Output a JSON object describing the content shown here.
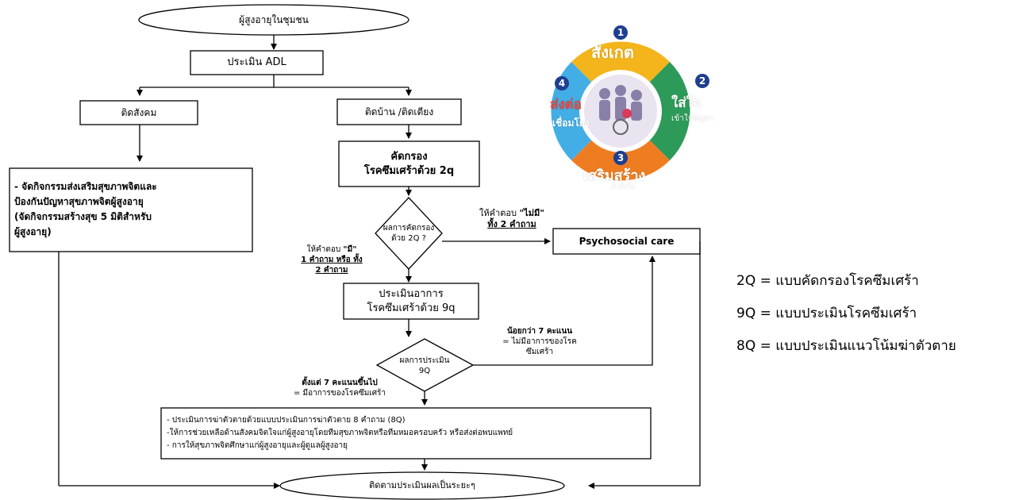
{
  "diagram": {
    "start": "ผู้สูงอายุในชุมชน",
    "assess_adl": "ประเมิน ADL",
    "social_bound": "ติดสังคม",
    "home_bed_bound": "ติดบ้าน /ติดเตียง",
    "social_activities": [
      "- จัดกิจกรรมส่งเสริมสุขภาพจิตและ",
      "ป้องกันปัญหาสุขภาพจิตผู้สูงอายุ",
      "(จัดกิจกรรมสร้างสุข 5 มิติสำหรับ",
      "ผู้สูงอายุ)"
    ],
    "screen_2q": [
      "คัดกรอง",
      "โรคซึมเศร้าด้วย 2q"
    ],
    "decision_2q": [
      "ผลการคัดกรอง",
      "ด้วย 2Q ?"
    ],
    "answer_no_1": "ให้คำตอบ ",
    "answer_no_quote": "\"ไม่มี\"",
    "answer_no_2": "ทั้ง 2 คำถาม",
    "psychosocial_care": "Psychosocial care",
    "answer_yes_1": "ให้คำตอบ ",
    "answer_yes_quote": "\"มี\"",
    "answer_yes_2": "1 คำถาม หรือ ทั้ง",
    "answer_yes_3": "2 คำถาม",
    "assess_9q": [
      "ประเมินอาการ",
      "โรคซึมเศร้าด้วย 9q"
    ],
    "decision_9q": [
      "ผลการประเมิน",
      "9Q"
    ],
    "less_than_7": "น้อยกว่า 7 คะแนน",
    "less_than_7_desc": [
      "= ไม่มีอาการของโรค",
      "ซึมเศร้า"
    ],
    "from_7": "ตั้งแต่ 7 คะแนนขึ้นไป",
    "from_7_desc": "= มีอาการของโรคซึมเศร้า",
    "actions": [
      "- ประเมินการฆ่าตัวตายด้วยแบบประเมินการฆ่าตัวตาย 8 คำถาม (8Q)",
      "-ให้การช่วยเหลือด้านสังคมจิตใจแก่ผู้สูงอายุโดยทีมสุขภาพจิตหรือทีมหมอครอบครัว หรือส่งต่อพบแพทย์",
      "- การให้สุขภาพจิตศึกษาแก่ผู้สูงอายุและผู้ดูแลผู้สูงอายุ"
    ],
    "follow_up": "ติดตามประเมินผลเป็นระยะๆ"
  },
  "wheel": {
    "segments": [
      {
        "number": "1",
        "label": "สังเกต",
        "color": "#f3b51b"
      },
      {
        "number": "2",
        "label": "ใส่ใจ",
        "sublabel": "เข้าใจปัญหา",
        "color": "#2e9a5a"
      },
      {
        "number": "3",
        "label": "เสริมสร้าง",
        "sublabel": "กำลังใจ",
        "color": "#ee7d22"
      },
      {
        "number": "4",
        "label": "ส่งต่อ",
        "sublabel": "เชื่อมโยง",
        "color": "#43aee5"
      }
    ]
  },
  "legend": [
    "2Q = แบบคัดกรองโรคซึมเศร้า",
    "9Q = แบบประเมินโรคซึมเศร้า",
    "8Q = แบบประเมินแนวโน้มฆ่าตัวตาย"
  ]
}
